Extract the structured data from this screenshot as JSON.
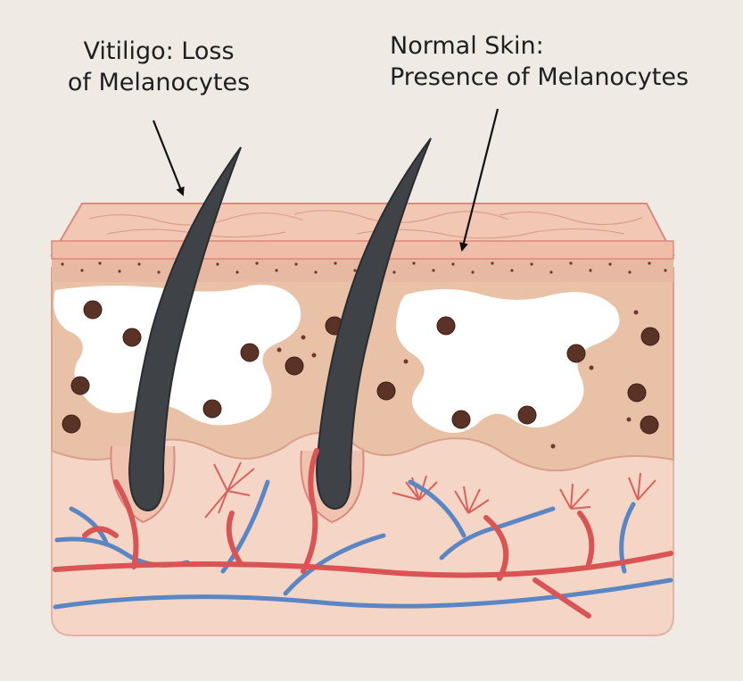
{
  "labels": {
    "vitiligo": {
      "line1": "Vitiligo: Loss",
      "line2": "of Melanocytes"
    },
    "normal": {
      "line1": "Normal Skin:",
      "line2": "Presence of Melanocytes"
    }
  },
  "colors": {
    "background": "#efeae4",
    "epidermis": "#f2c8b4",
    "stratum_line": "#d98a7e",
    "dermis": "#e9c1a7",
    "hypodermis": "#f5d6c6",
    "depigmented_patch": "#ffffff",
    "melanocyte": "#5b3326",
    "hair": "#3f4347",
    "artery": "#d95454",
    "vein": "#5b86c4"
  }
}
